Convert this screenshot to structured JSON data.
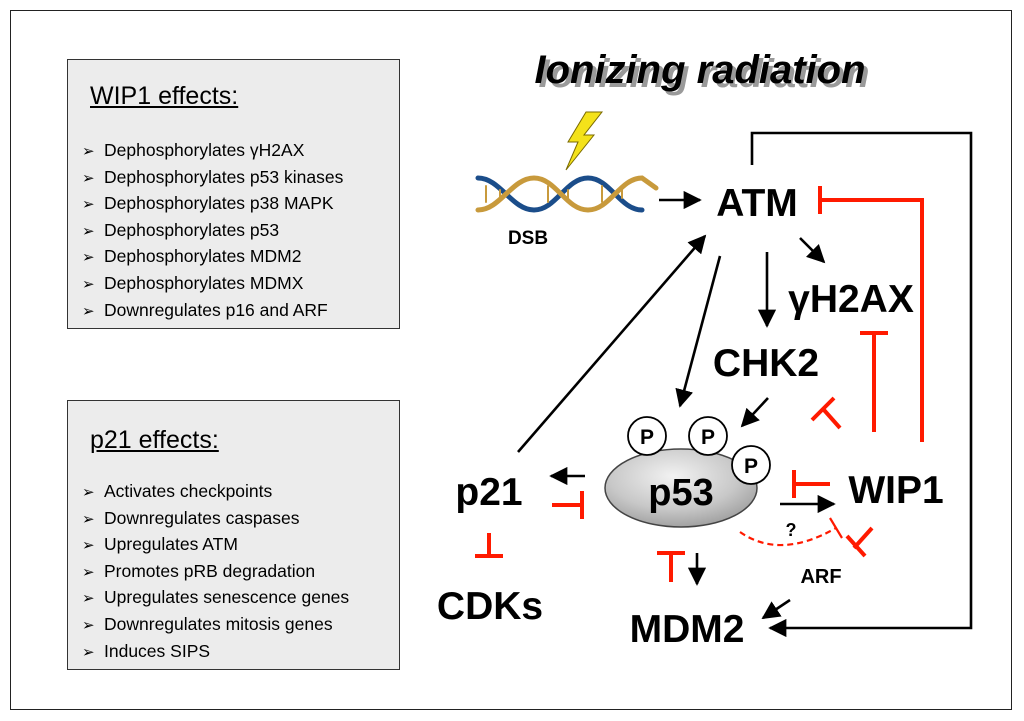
{
  "title": "Ionizing radiation",
  "wip1_effects": {
    "heading": "WIP1 effects:",
    "items": [
      "Dephosphorylates γH2AX",
      "Dephosphorylates p53 kinases",
      "Dephosphorylates p38 MAPK",
      "Dephosphorylates p53",
      "Dephosphorylates MDM2",
      "Dephosphorylates MDMX",
      "Downregulates p16 and ARF"
    ]
  },
  "p21_effects": {
    "heading": "p21 effects:",
    "items": [
      "Activates checkpoints",
      "Downregulates caspases",
      "Upregulates ATM",
      "Promotes pRB degradation",
      "Upregulates senescence genes",
      "Downregulates mitosis genes",
      "Induces SIPS"
    ]
  },
  "nodes": {
    "dsb": "DSB",
    "atm": "ATM",
    "gh2ax": "γH2AX",
    "chk2": "CHK2",
    "p53": "p53",
    "p21": "p21",
    "wip1": "WIP1",
    "cdks": "CDKs",
    "mdm2": "MDM2",
    "arf": "ARF",
    "question": "?",
    "phospho": "P"
  },
  "colors": {
    "activation": "#000000",
    "inhibition": "#ff1a00",
    "panel_bg": "#ececec",
    "dna_strand": "#c89a3c",
    "dna_strand_blue": "#1b4d8a",
    "lightning": "#f4e21a"
  },
  "icons": {
    "bullet": "➢",
    "radiation": "lightning-icon",
    "dna": "dna-helix-icon"
  }
}
